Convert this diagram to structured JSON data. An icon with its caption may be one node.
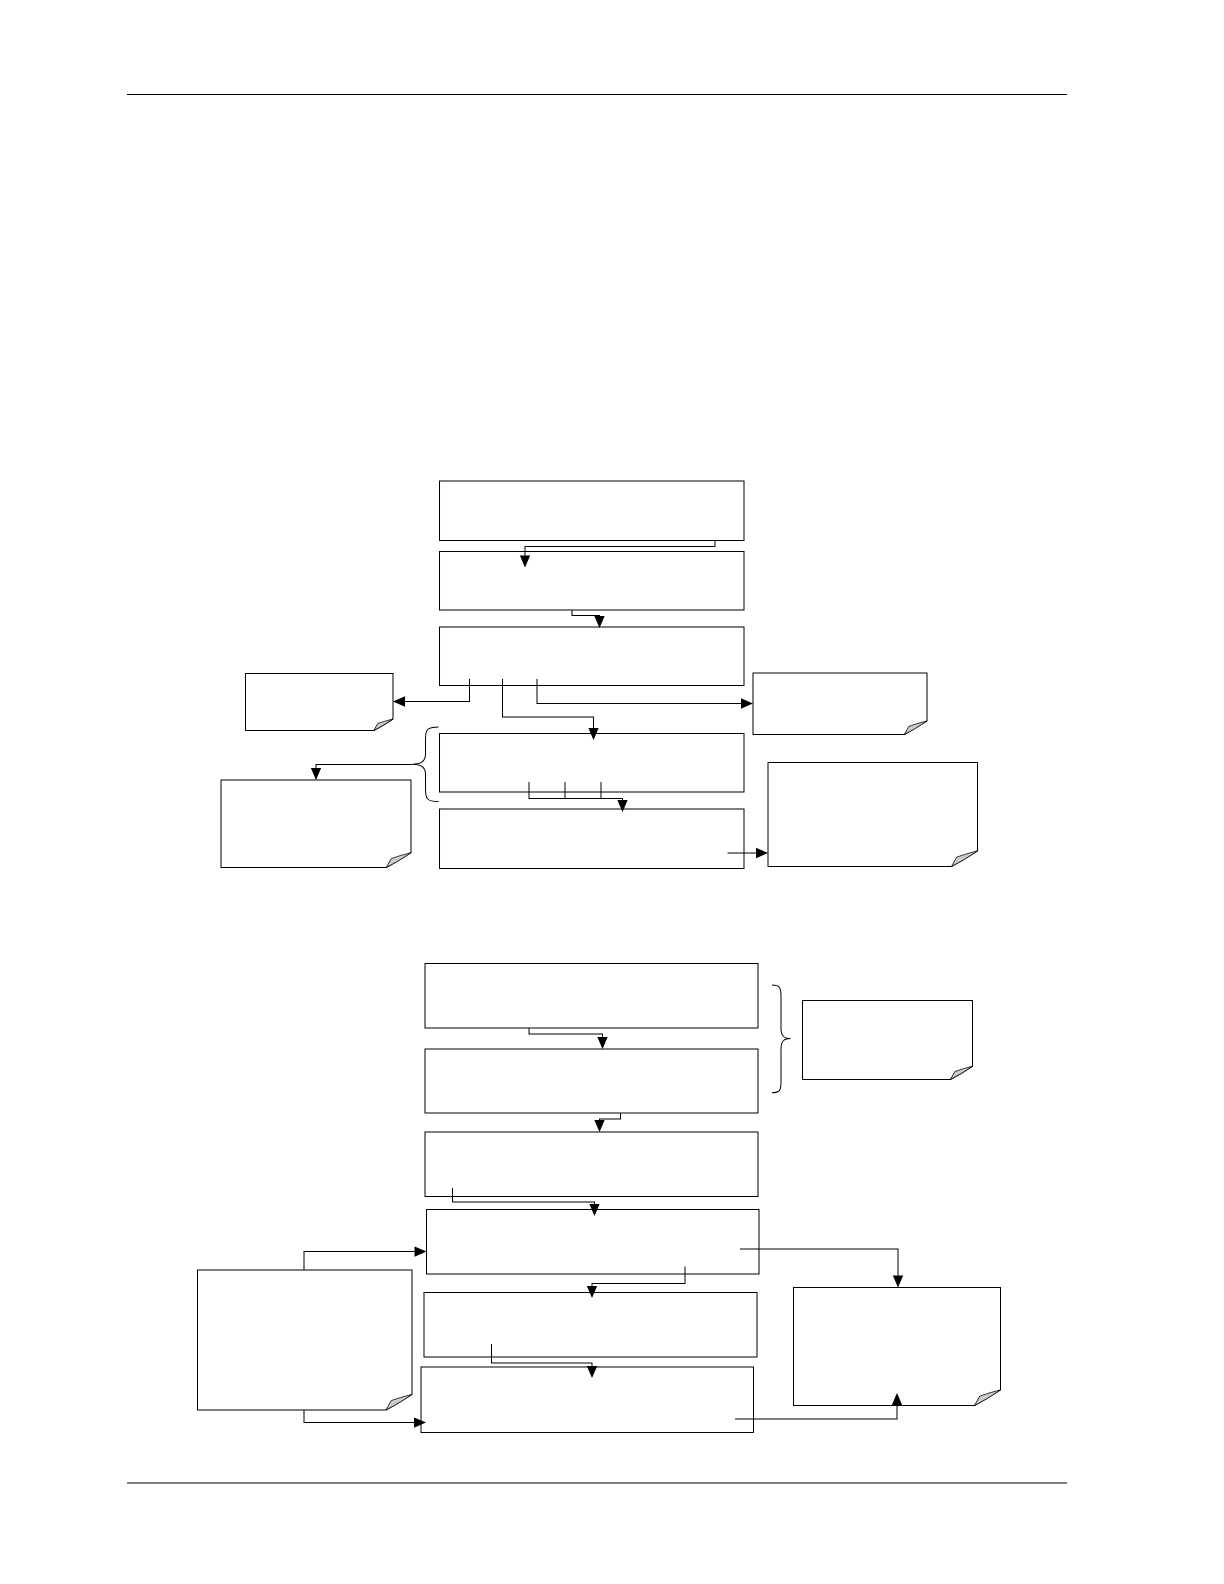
{
  "diagram": {
    "nodes": [
      {
        "text": [],
        "shape": "box"
      },
      {
        "text": [],
        "shape": "box"
      },
      {
        "text": [],
        "shape": "box"
      },
      {
        "text": [],
        "shape": "note"
      },
      {
        "text": [],
        "shape": "note"
      },
      {
        "text": [],
        "shape": "box"
      },
      {
        "text": [],
        "shape": "note"
      },
      {
        "text": [],
        "shape": "box"
      },
      {
        "text": [],
        "shape": "note"
      },
      {
        "text": [],
        "shape": "box"
      },
      {
        "text": [],
        "shape": "note"
      },
      {
        "text": [],
        "shape": "box"
      },
      {
        "text": [],
        "shape": "box"
      },
      {
        "text": [],
        "shape": "box"
      },
      {
        "text": [],
        "shape": "note"
      },
      {
        "text": [],
        "shape": "box"
      },
      {
        "text": [],
        "shape": "note"
      },
      {
        "text": [],
        "shape": "box"
      },
      {
        "text": [],
        "shape": "brace"
      }
    ],
    "edges": [
      {
        "from": 0,
        "to": 1,
        "arrow": "to"
      },
      {
        "from": 1,
        "to": 2,
        "arrow": "to"
      },
      {
        "from": 2,
        "to": 3,
        "arrow": "to"
      },
      {
        "from": 2,
        "to": 5,
        "arrow": "to"
      },
      {
        "from": 2,
        "to": 4,
        "arrow": "to"
      },
      {
        "from": 18,
        "to": 6,
        "arrow": "to"
      },
      {
        "from": 5,
        "to": 7,
        "arrow": "to"
      },
      {
        "from": 7,
        "to": 8,
        "arrow": "to"
      },
      {
        "from": 9,
        "to": 11,
        "arrow": "to"
      },
      {
        "from": 11,
        "to": 12,
        "arrow": "to"
      },
      {
        "from": 12,
        "to": 13,
        "arrow": "to"
      },
      {
        "from": 14,
        "to": 13,
        "arrow": "to"
      },
      {
        "from": 13,
        "to": 16,
        "arrow": "to"
      },
      {
        "from": 13,
        "to": 15,
        "arrow": "to"
      },
      {
        "from": 15,
        "to": 17,
        "arrow": "to"
      },
      {
        "from": 14,
        "to": 17,
        "arrow": "to"
      },
      {
        "from": 17,
        "to": 16,
        "arrow": "to"
      }
    ]
  }
}
